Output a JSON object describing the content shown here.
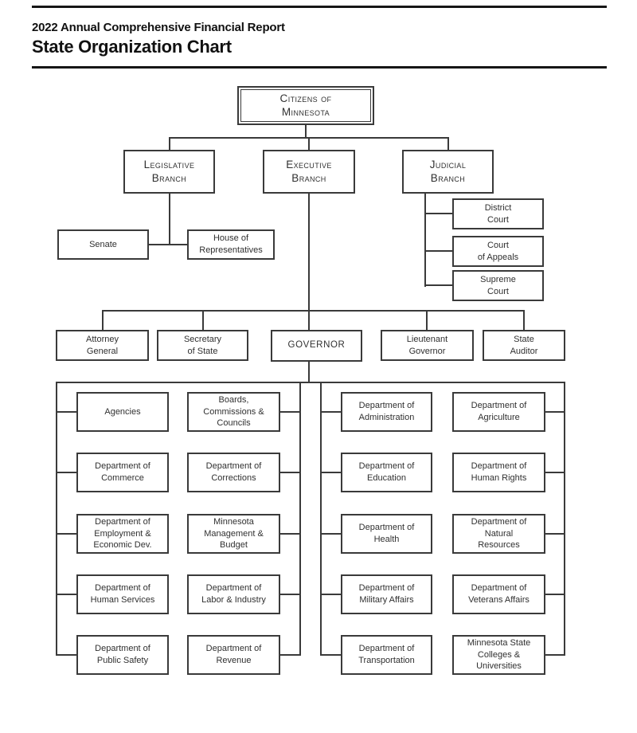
{
  "header": {
    "report_title": "2022 Annual Comprehensive Financial Report",
    "page_title": "State Organization Chart"
  },
  "colors": {
    "line": "#3a3a3a",
    "text": "#303030",
    "background": "#ffffff"
  },
  "org_chart": {
    "root": {
      "label": "Citizens of\nMinnesota"
    },
    "branches": {
      "legislative": {
        "label": "Legislative\nBranch"
      },
      "executive": {
        "label": "Executive\nBranch"
      },
      "judicial": {
        "label": "Judicial\nBranch"
      }
    },
    "legislature": {
      "senate": {
        "label": "Senate"
      },
      "house": {
        "label": "House of\nRepresentatives"
      }
    },
    "judiciary": {
      "district_court": {
        "label": "District\nCourt"
      },
      "court_of_appeals": {
        "label": "Court\nof Appeals"
      },
      "supreme_court": {
        "label": "Supreme\nCourt"
      }
    },
    "executive_officers": {
      "attorney_general": {
        "label": "Attorney\nGeneral"
      },
      "secretary_of_state": {
        "label": "Secretary\nof State"
      },
      "governor": {
        "label": "GOVERNOR"
      },
      "lieutenant_governor": {
        "label": "Lieutenant\nGovernor"
      },
      "state_auditor": {
        "label": "State\nAuditor"
      }
    },
    "governor_reports": {
      "agencies": {
        "label": "Agencies"
      },
      "boards_commissions_councils": {
        "label": "Boards,\nCommissions &\nCouncils"
      },
      "administration": {
        "label": "Department of\nAdministration"
      },
      "agriculture": {
        "label": "Department of\nAgriculture"
      },
      "commerce": {
        "label": "Department of\nCommerce"
      },
      "corrections": {
        "label": "Department of\nCorrections"
      },
      "education": {
        "label": "Department of\nEducation"
      },
      "human_rights": {
        "label": "Department of\nHuman Rights"
      },
      "employment_economic_dev": {
        "label": "Department of\nEmployment &\nEconomic Dev."
      },
      "management_budget": {
        "label": "Minnesota\nManagement &\nBudget"
      },
      "health": {
        "label": "Department of\nHealth"
      },
      "natural_resources": {
        "label": "Department of\nNatural\nResources"
      },
      "human_services": {
        "label": "Department of\nHuman Services"
      },
      "labor_industry": {
        "label": "Department of\nLabor & Industry"
      },
      "military_affairs": {
        "label": "Department of\nMilitary Affairs"
      },
      "veterans_affairs": {
        "label": "Department of\nVeterans Affairs"
      },
      "public_safety": {
        "label": "Department of\nPublic Safety"
      },
      "revenue": {
        "label": "Department of\nRevenue"
      },
      "transportation": {
        "label": "Department of\nTransportation"
      },
      "colleges_universities": {
        "label": "Minnesota State\nColleges &\nUniversities"
      }
    }
  }
}
